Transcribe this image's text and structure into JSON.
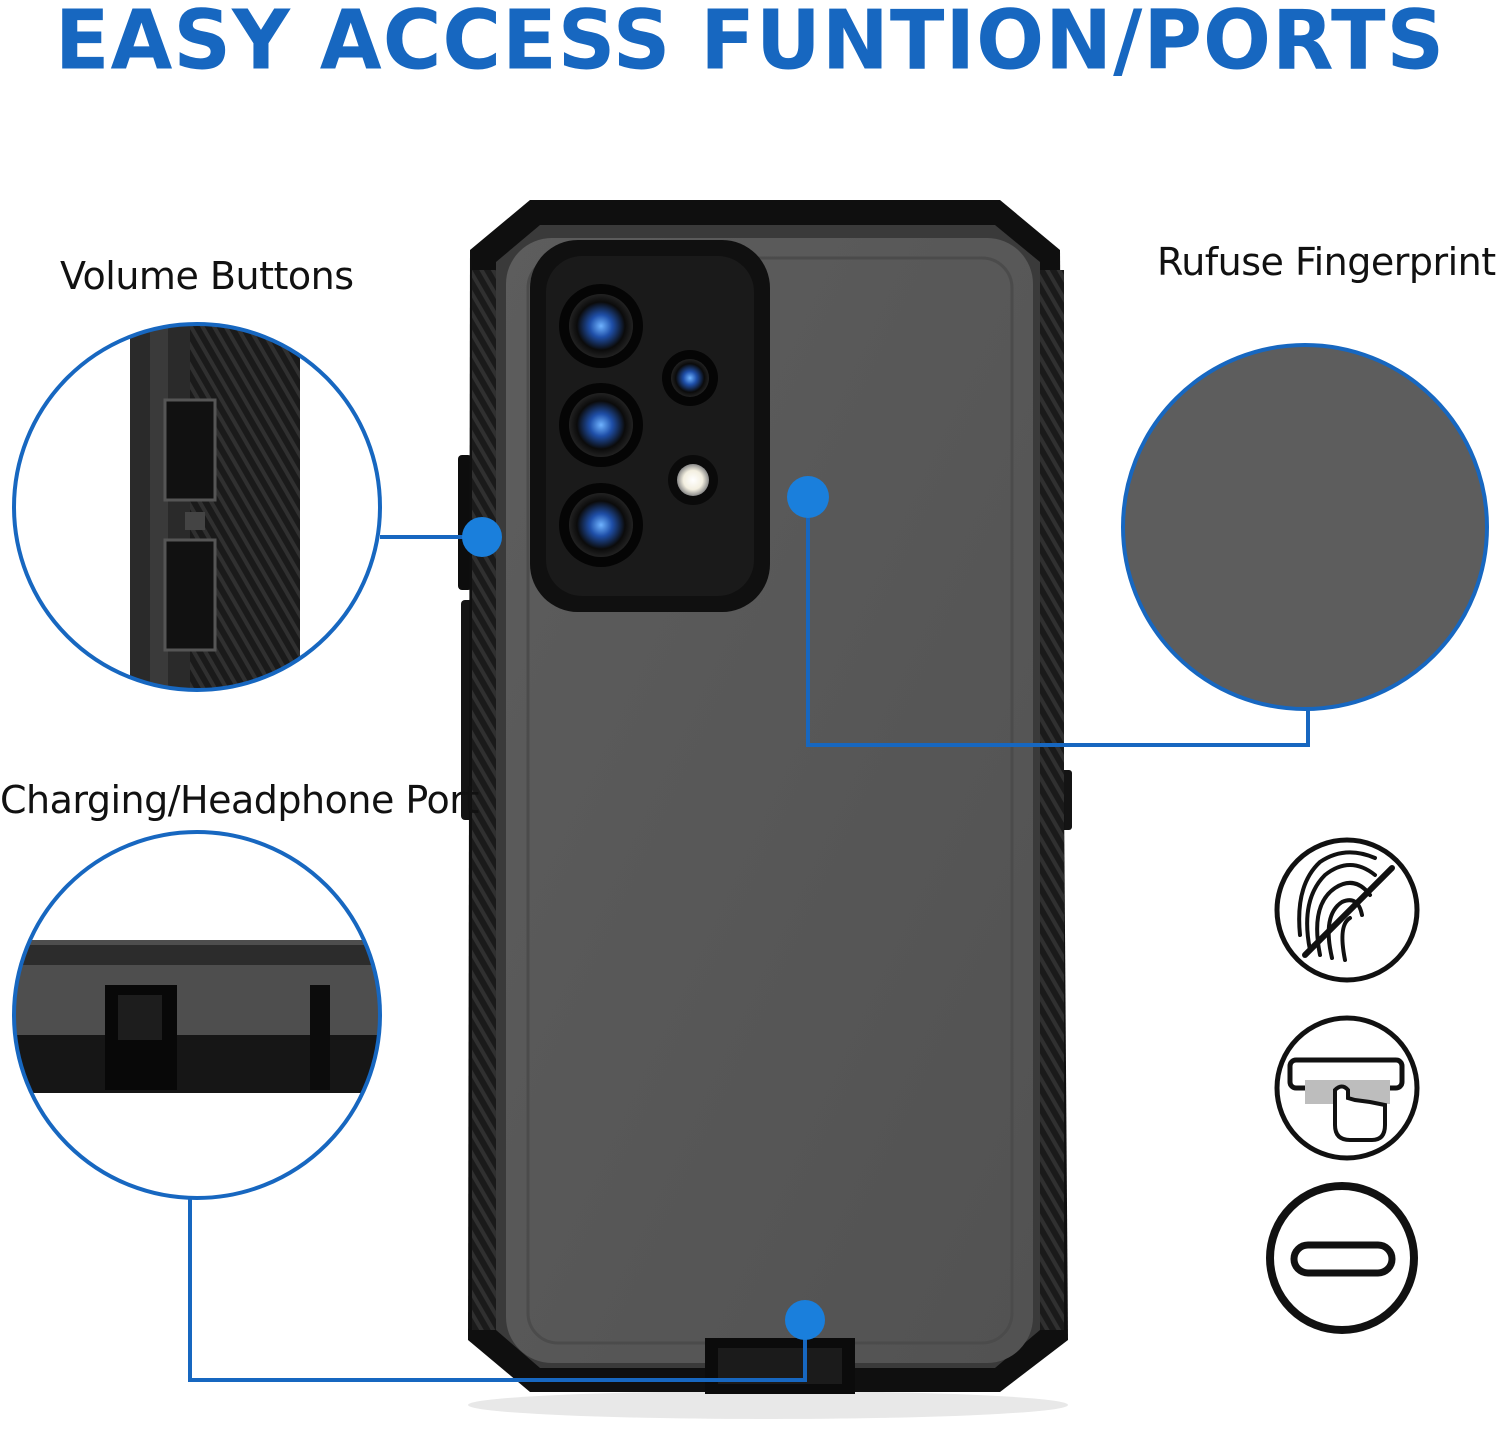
{
  "headline": "EASY ACCESS FUNTION/PORTS",
  "callouts": {
    "volume": "Volume Buttons",
    "fingerprint": "Rufuse Fingerprint",
    "charging": "Charging/Headphone Port"
  },
  "icons": [
    "fingerprint-crossed-icon",
    "press-button-icon",
    "minus-icon"
  ],
  "colors": {
    "accent": "#1767c0",
    "case_body": "#585858",
    "case_frame": "#111111"
  }
}
